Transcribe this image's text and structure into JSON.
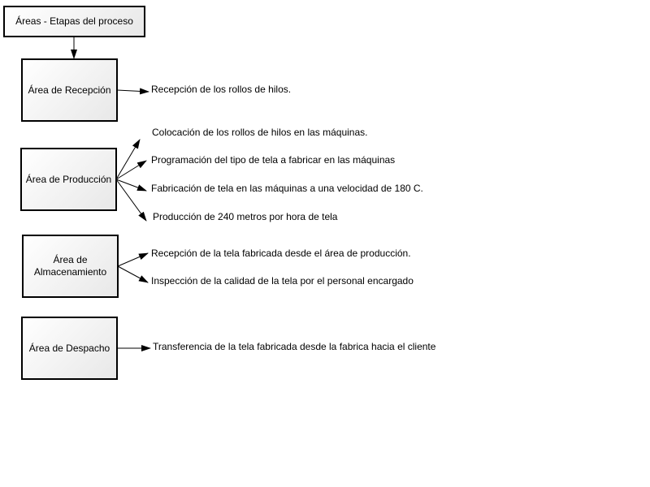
{
  "title": "Áreas - Etapas del proceso",
  "areas": [
    {
      "name": "Área de Recepción",
      "steps": [
        "Recepción de los rollos de hilos."
      ]
    },
    {
      "name": "Área de Producción",
      "steps": [
        "Colocación de los rollos de hilos en las máquinas.",
        "Programación del tipo de tela a fabricar en las máquinas",
        "Fabricación de tela en las máquinas a una velocidad de 180 C.",
        "Producción de 240 metros por hora de tela"
      ]
    },
    {
      "name": "Área de Almacenamiento",
      "steps": [
        "Recepción de la tela fabricada desde el área de producción.",
        "Inspección de la calidad de la tela por el personal encargado"
      ]
    },
    {
      "name": "Área de Despacho",
      "steps": [
        "Transferencia de la tela fabricada desde la fabrica hacia el cliente"
      ]
    }
  ]
}
